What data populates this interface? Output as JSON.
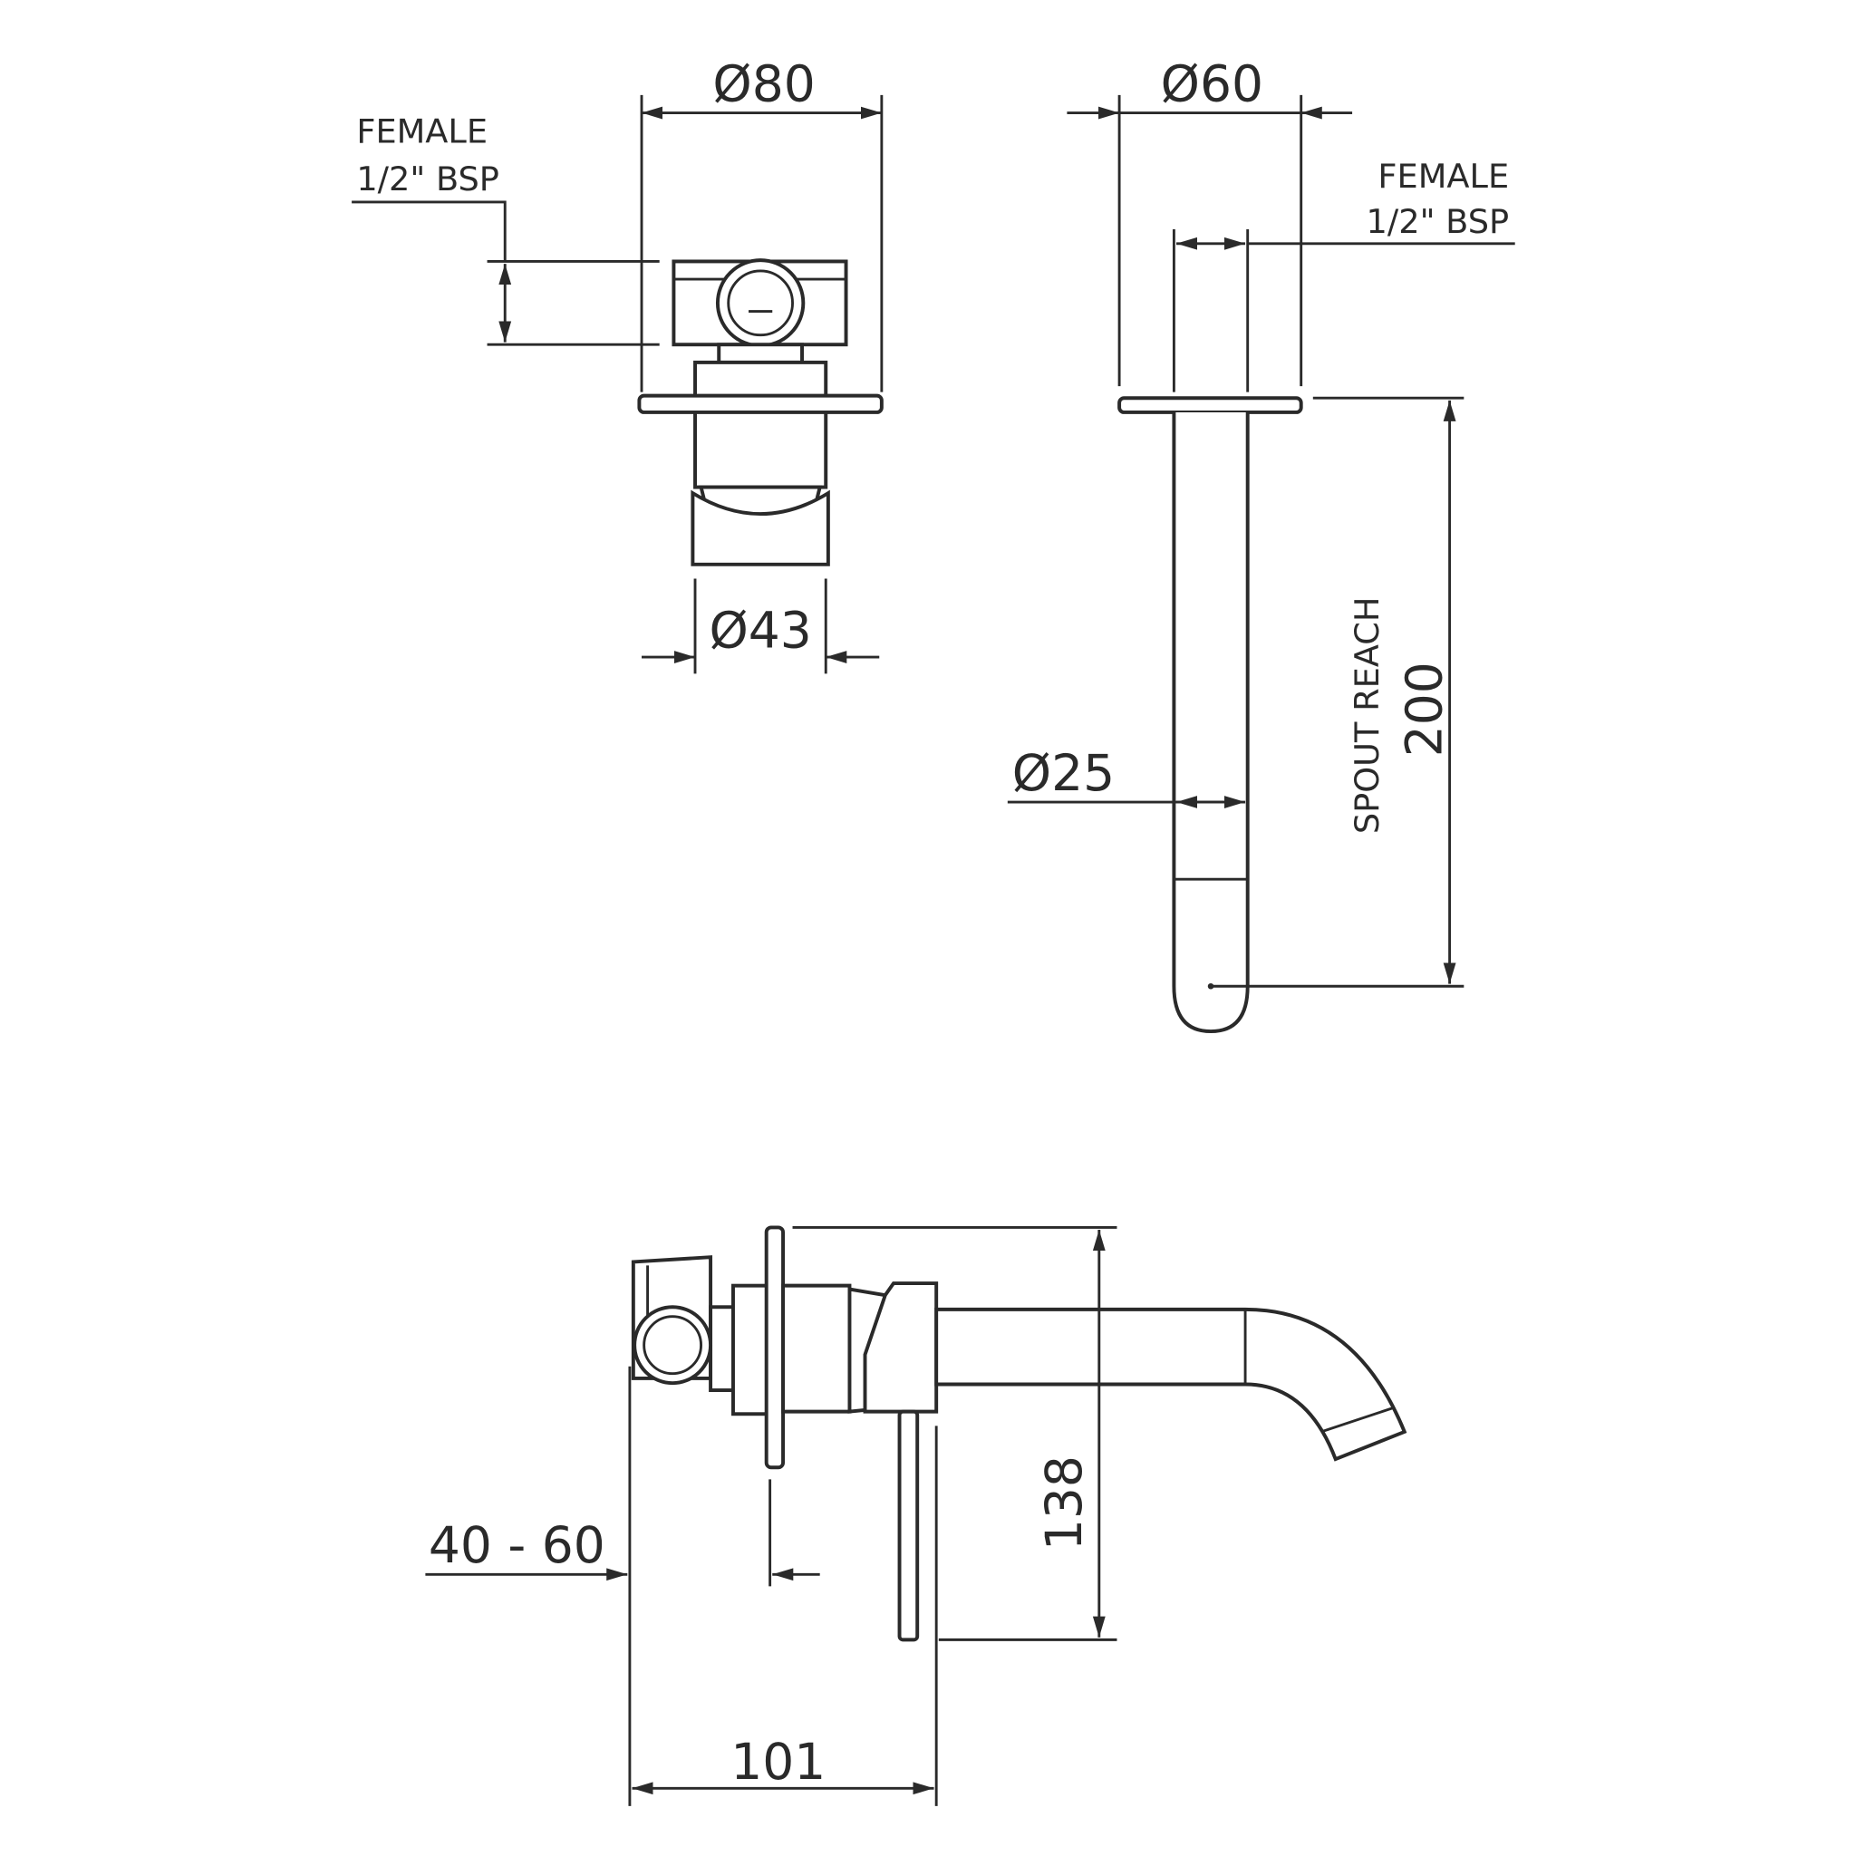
{
  "top_left_view": {
    "diameter_top": "Ø80",
    "connection_line1": "FEMALE",
    "connection_line2": "1/2\" BSP",
    "diameter_bottom": "Ø43"
  },
  "top_right_view": {
    "diameter_plate": "Ø60",
    "connection_line1": "FEMALE",
    "connection_line2": "1/2\" BSP",
    "diameter_spout": "Ø25",
    "spout_reach_label": "SPOUT REACH",
    "spout_reach_value": "200"
  },
  "side_view": {
    "height": "138",
    "wall_depth": "40 - 60",
    "projection": "101"
  }
}
